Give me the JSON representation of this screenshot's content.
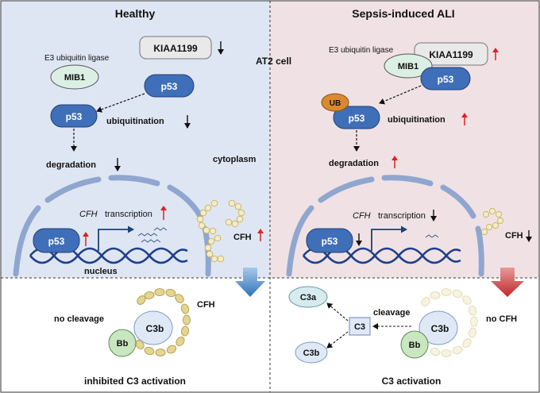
{
  "panels": {
    "healthy": {
      "title": "Healthy",
      "kiaa": "KIAA1199",
      "e3_label": "E3 ubiquitin ligase",
      "mib1": "MIB1",
      "p53": "p53",
      "ubiquitination": "ubiquitination",
      "degradation": "degradation",
      "cytoplasm": "cytoplasm",
      "nucleus": "nucleus",
      "cfh_italic": "CFH",
      "transcription": "transcription",
      "cfh_protein": "CFH",
      "no_cleavage": "no cleavage",
      "cfh_complex": "CFH",
      "c3b": "C3b",
      "bb": "Bb",
      "result": "inhibited C3 activation"
    },
    "sepsis": {
      "title": "Sepsis-induced ALI",
      "kiaa": "KIAA1199",
      "e3_label": "E3 ubiquitin ligase",
      "mib1": "MIB1",
      "p53_top": "p53",
      "ub": "UB",
      "p53": "p53",
      "ubiquitination": "ubiquitination",
      "degradation": "degradation",
      "cfh_italic": "CFH",
      "transcription": "transcription",
      "cfh_protein": "CFH",
      "c3a": "C3a",
      "c3": "C3",
      "c3b_free": "C3b",
      "cleavage": "cleavage",
      "no_cfh": "no CFH",
      "c3b": "C3b",
      "bb": "Bb",
      "result": "C3 activation"
    },
    "center_label": "AT2 cell"
  },
  "colors": {
    "healthy_bg": "#dfe6f3",
    "sepsis_bg": "#f0e2e4",
    "protein_blue": "#3f6fb8",
    "mib1_fill": "#dcefe4",
    "kiaa_fill": "#e9e9e9",
    "ub_orange": "#d98a2e",
    "arrow_red": "#e02020",
    "cfh_gold": "#d8c882",
    "bb_green": "#c8e6c0",
    "c3b_fill": "#dfe9f6",
    "big_arrow_blue": "#2f73b8",
    "big_arrow_red": "#c83030"
  }
}
